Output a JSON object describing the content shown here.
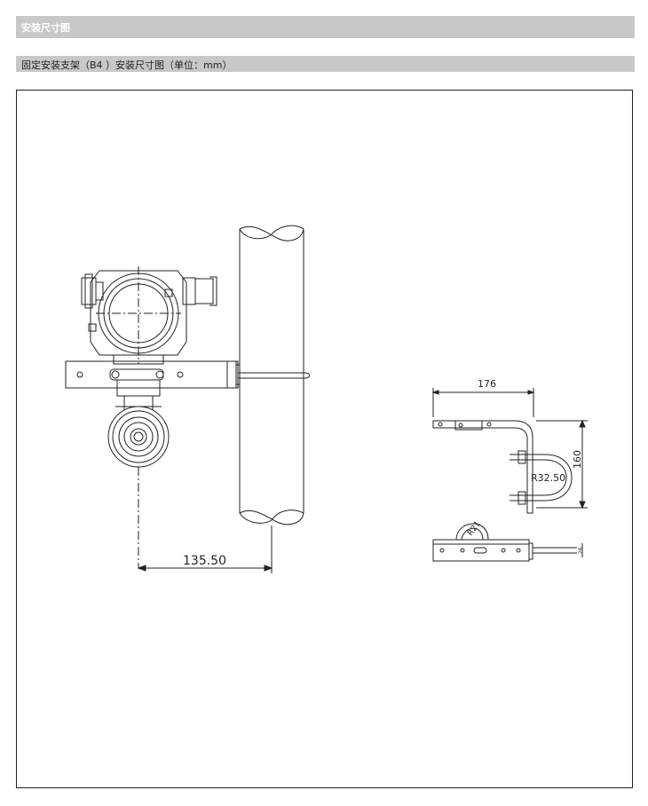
{
  "header": {
    "title": "安装尺寸图"
  },
  "subheader": {
    "title": "固定安装支架（B4 ）安装尺寸图（单位：mm）"
  },
  "drawing": {
    "main_dimension": "135.50",
    "bracket_width": "176",
    "bracket_height": "160",
    "ubolt_radius": "R32.50",
    "small_radius": "R21",
    "thickness": "26"
  }
}
